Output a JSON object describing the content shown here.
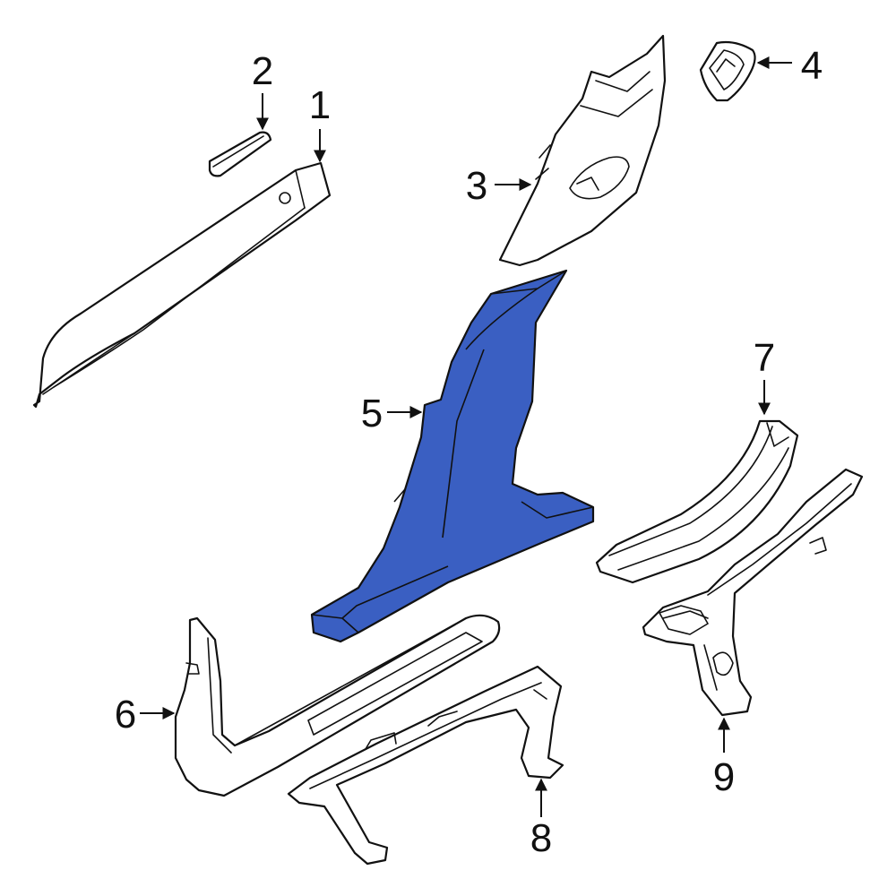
{
  "diagram": {
    "highlight_color": "#3a5fc2",
    "line_color": "#111111",
    "background": "#ffffff",
    "callouts": [
      "1",
      "2",
      "3",
      "4",
      "5",
      "6",
      "7",
      "8",
      "9"
    ],
    "highlighted_callout": "5"
  }
}
